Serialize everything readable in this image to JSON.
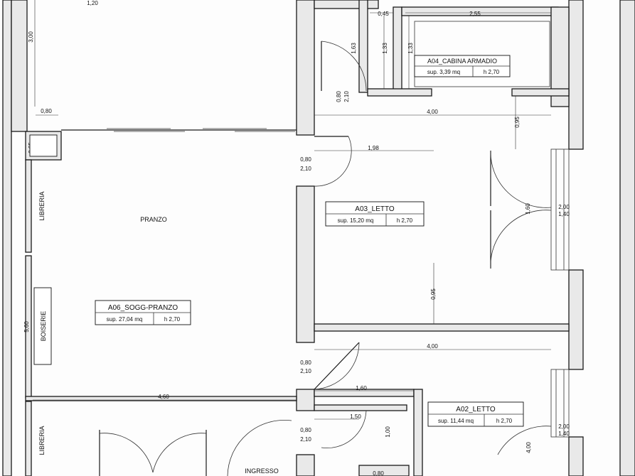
{
  "rooms": [
    {
      "name": "A04_CABINA ARMADIO",
      "area": "sup. 3,39 mq",
      "height": "h 2,70"
    },
    {
      "name": "A03_LETTO",
      "area": "sup. 15,20 mq",
      "height": "h 2,70"
    },
    {
      "name": "A06_SOGG-PRANZO",
      "area": "sup. 27,04 mq",
      "height": "h 2,70"
    },
    {
      "name": "A02_LETTO",
      "area": "sup. 11,44 mq",
      "height": "h 2,70"
    }
  ],
  "labels": {
    "pranzo": "PRANZO",
    "libreria": "LIBRERIA",
    "boiserie": "BOISERIE",
    "ingresso": "INGRESSO"
  },
  "dimensions": {
    "d_1_20": "1,20",
    "d_0_80": "0,80",
    "d_0_45": "0,45",
    "d_2_55": "2,55",
    "d_4_00_top": "4,00",
    "d_1_98": "1,98",
    "d_0_80_a": "0,80",
    "d_2_10_a": "2,10",
    "d_4_00_mid": "4,00",
    "d_0_80_b": "0,80",
    "d_2_10_b": "2,10",
    "d_1_60": "1,60",
    "d_4_60": "4,60",
    "d_1_50": "1,50",
    "d_0_80_c": "0,80",
    "d_2_10_c": "2,10",
    "d_0_80_d": "0,80",
    "d_2_00_a": "2,00",
    "d_1_40_a": "1,40",
    "d_2_00_b": "2,00",
    "d_1_40_b": "1,40",
    "d_3_00": "3,00",
    "d_0_65": "0,65",
    "d_5_60": "5,60",
    "d_1_63": "1,63",
    "d_1_33_a": "1,33",
    "d_1_33_b": "1,33",
    "d_0_80_v": "0,80",
    "d_2_10_v": "2,10",
    "d_0_95_a": "0,95",
    "d_1_60_v": "1,60",
    "d_0_95_b": "0,95",
    "d_1_00": "1,00",
    "d_4_00_v": "4,00"
  }
}
